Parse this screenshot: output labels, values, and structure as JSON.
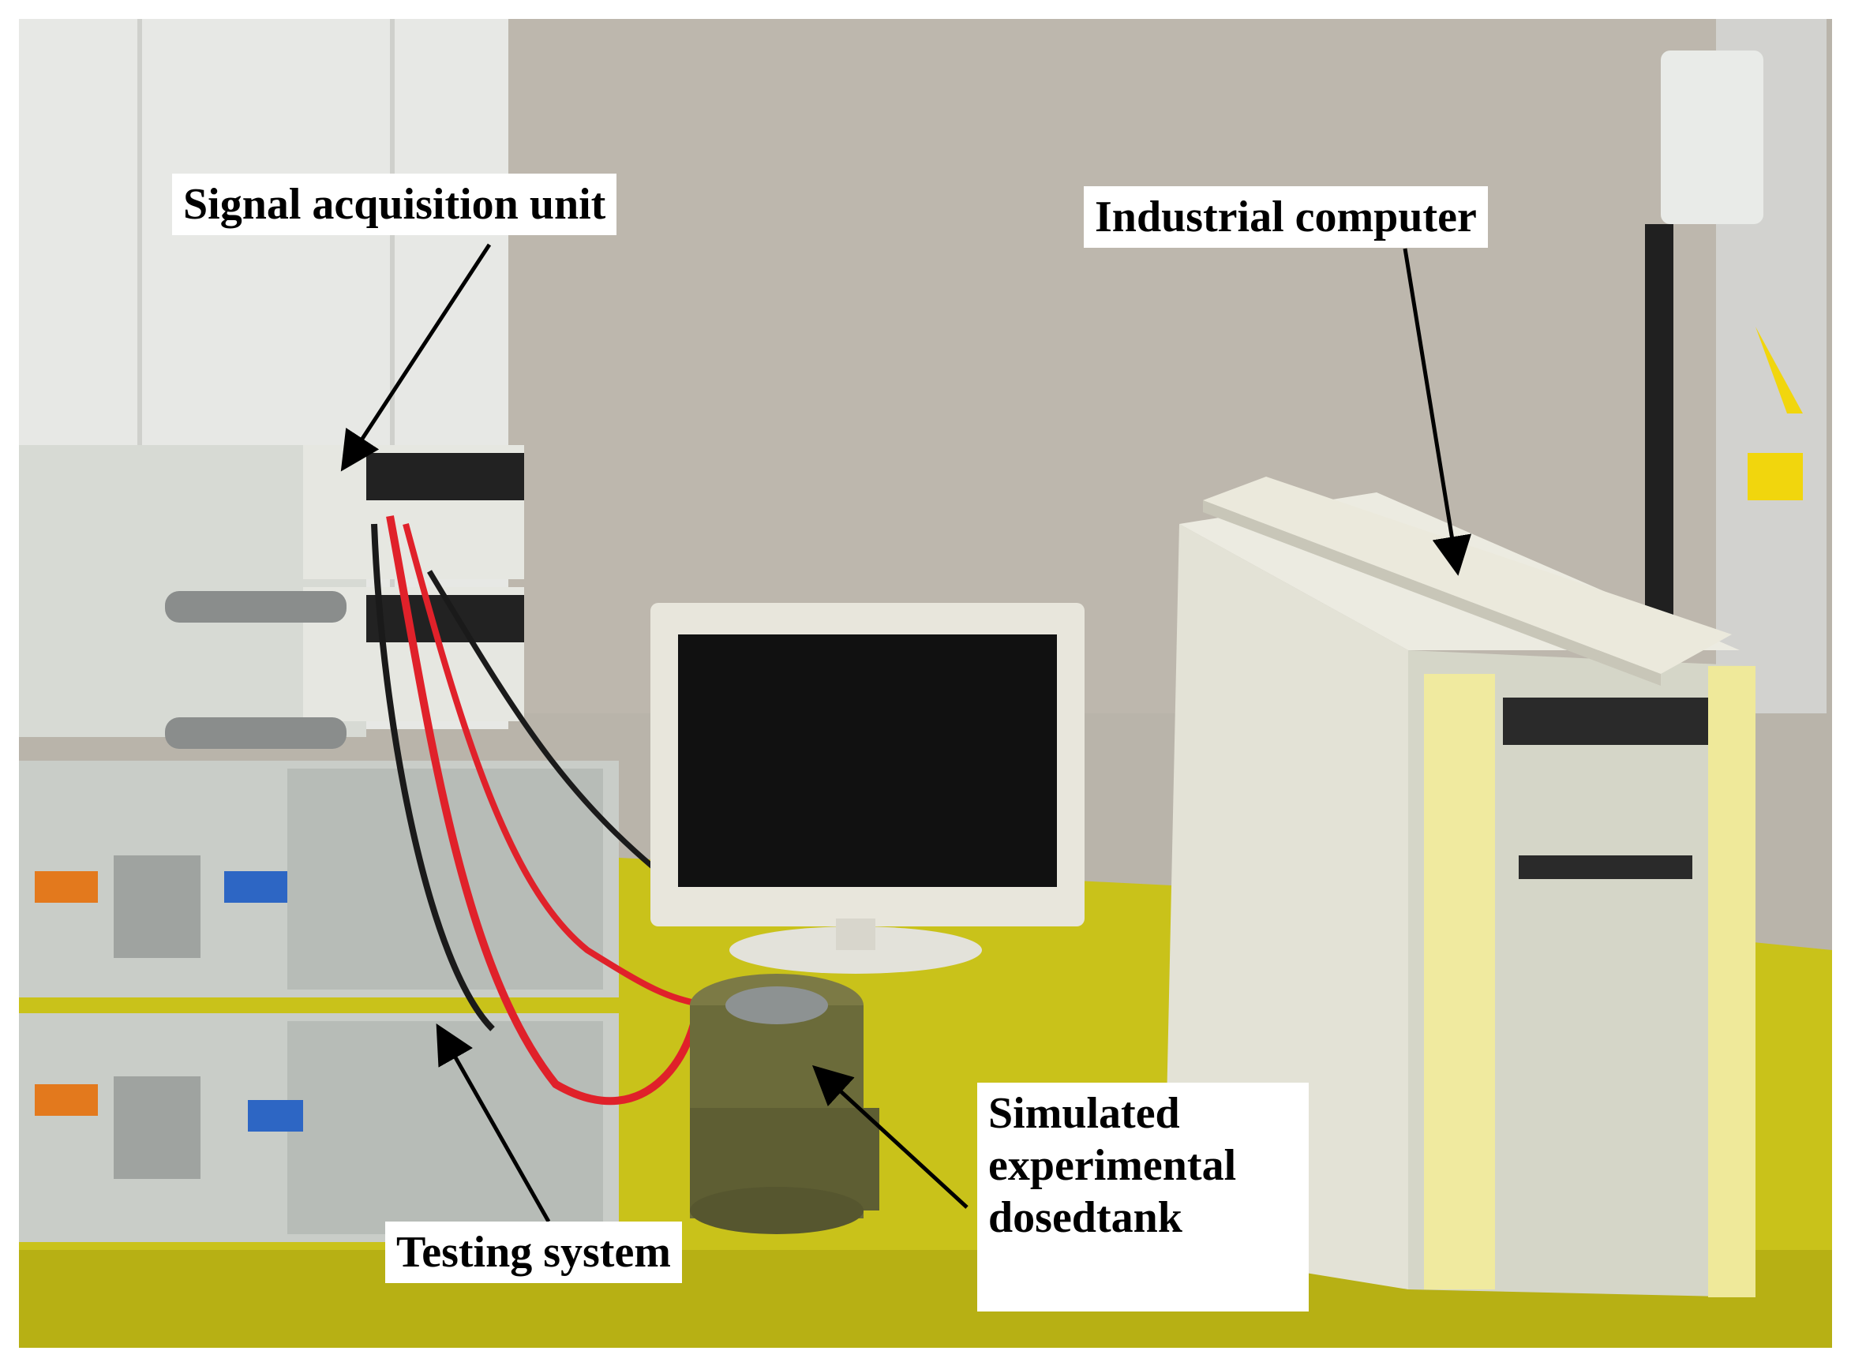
{
  "labels": {
    "signal_acquisition": "Signal acquisition unit",
    "industrial_computer": "Industrial computer",
    "testing_system": "Testing system",
    "dosed_tank": [
      "Simulated",
      "experimental",
      "dosedtank"
    ]
  },
  "colors": {
    "floor": "#c9c21a",
    "wall": "#b8b3a9",
    "left_wall": "#e6e7e4",
    "equipment": "#d9dcd6",
    "tank": "#6b6b3a",
    "cable_red": "#e0212a",
    "arrow": "#000000"
  }
}
